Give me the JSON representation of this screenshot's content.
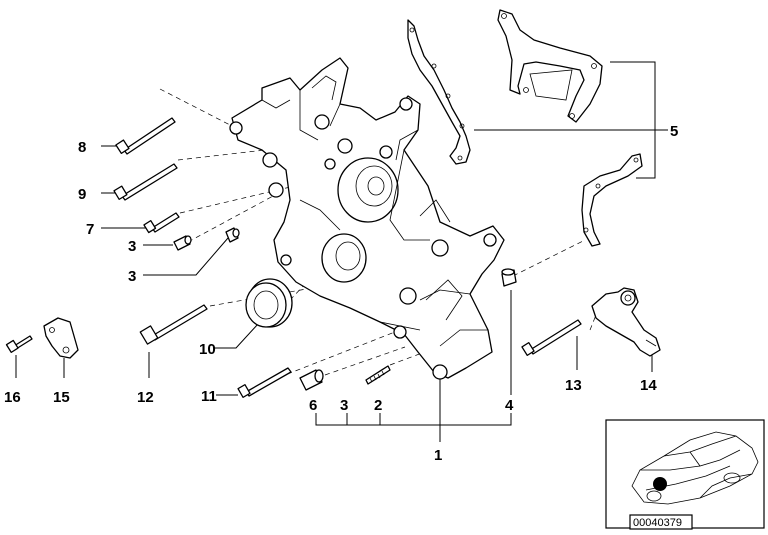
{
  "callouts": [
    {
      "id": "c1",
      "label": "1"
    },
    {
      "id": "c2",
      "label": "2"
    },
    {
      "id": "c3a",
      "label": "3"
    },
    {
      "id": "c3b",
      "label": "3"
    },
    {
      "id": "c3c",
      "label": "3"
    },
    {
      "id": "c4",
      "label": "4"
    },
    {
      "id": "c5",
      "label": "5"
    },
    {
      "id": "c6",
      "label": "6"
    },
    {
      "id": "c7",
      "label": "7"
    },
    {
      "id": "c8",
      "label": "8"
    },
    {
      "id": "c9",
      "label": "9"
    },
    {
      "id": "c10",
      "label": "10"
    },
    {
      "id": "c11",
      "label": "11"
    },
    {
      "id": "c12",
      "label": "12"
    },
    {
      "id": "c13",
      "label": "13"
    },
    {
      "id": "c14",
      "label": "14"
    },
    {
      "id": "c15",
      "label": "15"
    },
    {
      "id": "c16",
      "label": "16"
    }
  ],
  "inset": {
    "document_number": "00040379"
  }
}
